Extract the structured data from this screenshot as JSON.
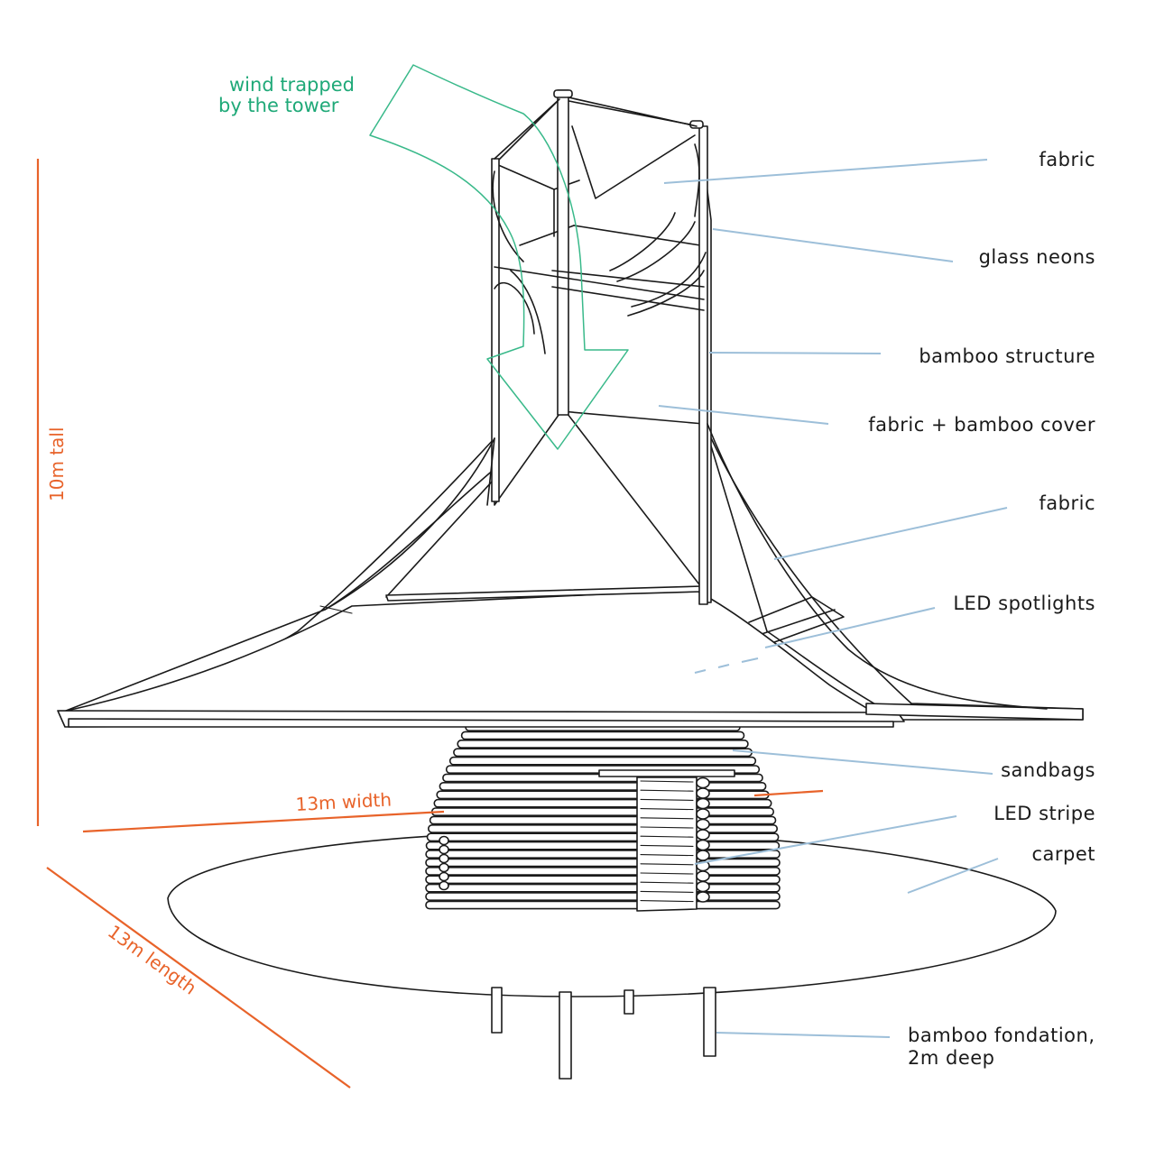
{
  "labels": {
    "fabric_top": "fabric",
    "glass_neons": "glass neons",
    "bamboo_structure": "bamboo structure",
    "fabric_bamboo_cover": "fabric + bamboo cover",
    "fabric_mid": "fabric",
    "led_spotlights": "LED spotlights",
    "sandbags": "sandbags",
    "led_stripe": "LED stripe",
    "carpet": "carpet",
    "foundation_line1": "bamboo fondation,",
    "foundation_line2": "2m deep"
  },
  "dimensions": {
    "height": "10m tall",
    "width": "13m width",
    "length": "13m length"
  },
  "wind": {
    "line1": "wind trapped",
    "line2": "by the tower"
  },
  "colors": {
    "dimension": "#e8632a",
    "wind": "#1fa978",
    "leader": "#9dbfd9",
    "ink": "#1a1a1a"
  }
}
